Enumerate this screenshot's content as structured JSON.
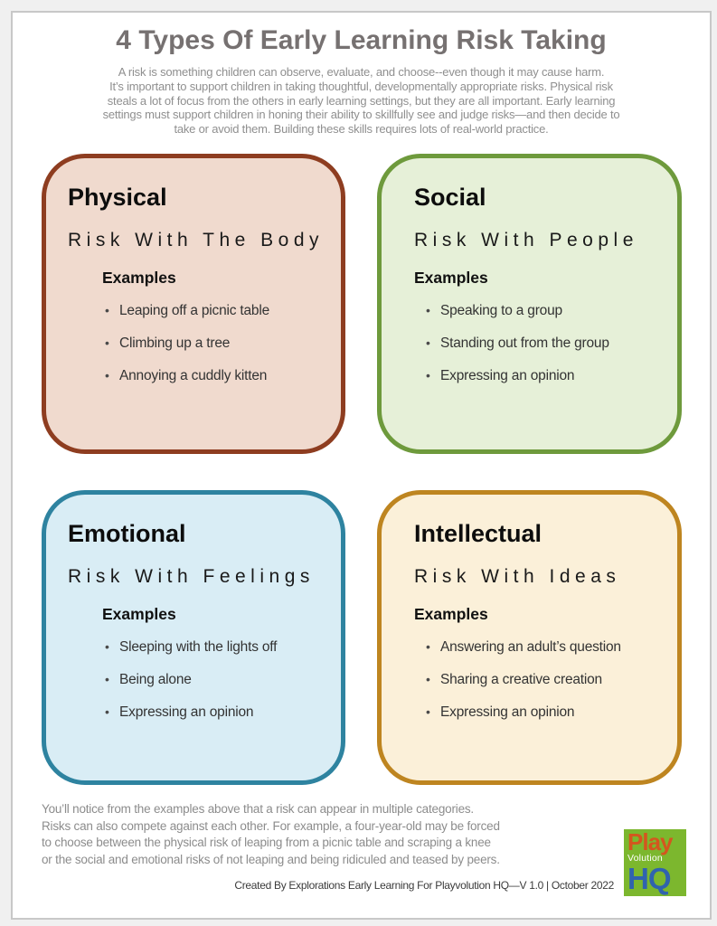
{
  "page": {
    "title": "4 Types Of Early Learning Risk Taking",
    "intro_lines": [
      "A risk is something children can observe, evaluate, and choose--even though it may cause harm.",
      "It’s important to support children in taking thoughtful, developmentally appropriate risks. Physical risk",
      "steals a lot of focus from the others in early learning settings, but they are all important. Early learning",
      "settings must support children in honing their ability to skillfully see and judge risks—and then decide to",
      "take or avoid them. Building these skills requires lots of real-world practice."
    ],
    "footer_lines": [
      "You’ll notice from the examples above that a risk can appear in multiple categories.",
      "Risks can also compete against each other. For example, a four-year-old may be forced",
      "to choose between the physical risk of leaping from a picnic table and scraping a knee",
      "or the social and emotional risks of not leaping and being ridiculed and teased by peers."
    ],
    "credit": "Created By Explorations Early Learning For Playvolution HQ—V 1.0 | October 2022"
  },
  "boxes": [
    {
      "title": "Physical",
      "subtitle": "Risk With The Body",
      "examples_label": "Examples",
      "items": [
        "Leaping off a picnic table",
        "Climbing up a tree",
        "Annoying a cuddly kitten"
      ],
      "bg": "#F0DACE",
      "border": "#8E3D20"
    },
    {
      "title": "Social",
      "subtitle": "Risk With People",
      "examples_label": "Examples",
      "items": [
        "Speaking to a group",
        "Standing out from the group",
        "Expressing an opinion"
      ],
      "bg": "#E6F0D8",
      "border": "#6E9A3C"
    },
    {
      "title": "Emotional",
      "subtitle": "Risk With Feelings",
      "examples_label": "Examples",
      "items": [
        "Sleeping with the lights off",
        "Being alone",
        "Expressing an opinion"
      ],
      "bg": "#D9EDF5",
      "border": "#2E83A0"
    },
    {
      "title": "Intellectual",
      "subtitle": "Risk With Ideas",
      "examples_label": "Examples",
      "items": [
        "Answering an adult’s question",
        "Sharing a creative creation",
        "Expressing an opinion"
      ],
      "bg": "#FBF0D9",
      "border": "#BE8520"
    }
  ],
  "logo": {
    "line1": "Play",
    "line2": "Volution",
    "line3": "HQ",
    "bg_color": "#7CB72E",
    "play_color": "#D4561E",
    "volution_color": "#FFFFFF",
    "hq_color": "#3063AE"
  }
}
